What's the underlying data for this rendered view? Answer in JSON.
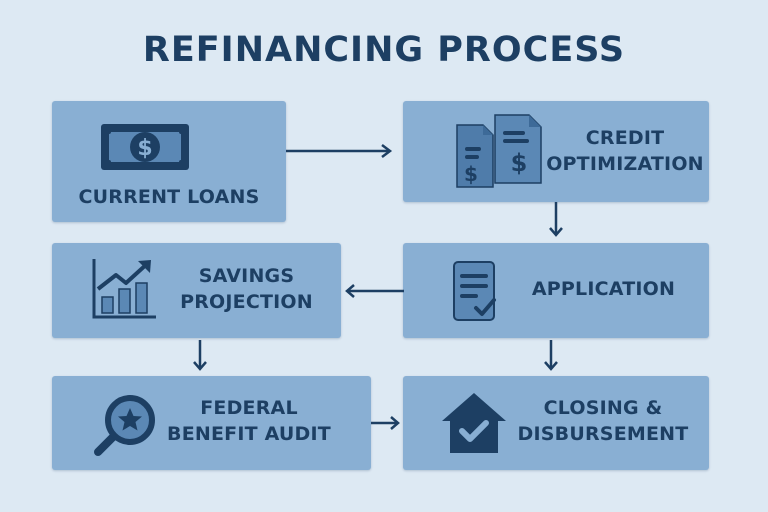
{
  "title": "REFINANCING PROCESS",
  "steps": {
    "current_loans": {
      "label": "CURRENT LOANS",
      "icon": "dollar-bill-icon"
    },
    "credit_optimization": {
      "line1": "CREDIT",
      "line2": "OPTIMIZATION",
      "icon": "documents-dollar-icon"
    },
    "savings_projection": {
      "line1": "SAVINGS",
      "line2": "PROJECTION",
      "icon": "growth-chart-icon"
    },
    "application": {
      "label": "APPLICATION",
      "icon": "checklist-document-icon"
    },
    "federal_benefit_audit": {
      "line1": "FEDERAL",
      "line2": "BENEFIT AUDIT",
      "icon": "magnifier-star-icon"
    },
    "closing_disbursement": {
      "line1": "CLOSING &",
      "line2": "DISBURSEMENT",
      "icon": "house-check-icon"
    }
  },
  "colors": {
    "background": "#dde9f3",
    "box": "#89afd3",
    "dark": "#1d3f63",
    "icon_light": "#5b88b5"
  }
}
